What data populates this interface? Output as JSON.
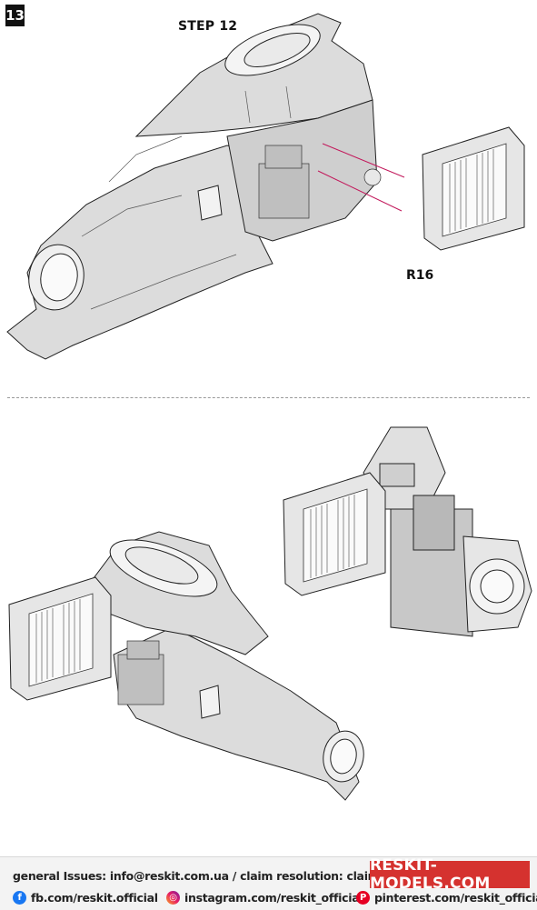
{
  "page": {
    "number": "13"
  },
  "step": {
    "label": "STEP 12"
  },
  "parts": {
    "r16": "R16"
  },
  "footer": {
    "issues": "general Issues: info@reskit.com.ua / claim resolution: claims@reskit.com.ua",
    "brand": "RESKIT-MODELS.COM",
    "facebook": "fb.com/reskit.official",
    "instagram": "instagram.com/reskit_official",
    "pinterest": "pinterest.com/reskit_official"
  },
  "colors": {
    "brand_red": "#d5322f",
    "guide_line": "#c2185b",
    "part_grey": "#d9d9d9"
  }
}
